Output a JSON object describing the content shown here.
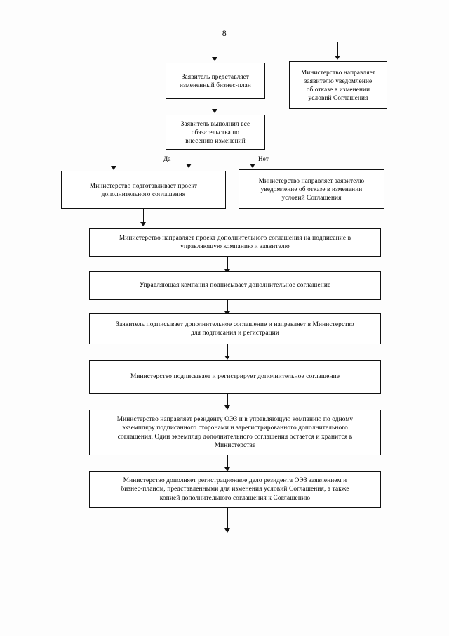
{
  "document": {
    "page_number": "8",
    "type": "flowchart",
    "language": "ru"
  },
  "nodes": [
    {
      "id": "applicant-submits-plan",
      "text": "Заявитель представляет\nизмененный бизнес-план"
    },
    {
      "id": "ministry-sends-refusal-top",
      "text": "Министерство направляет\nзаявителю уведомление\nоб отказе в изменении\nусловий Соглашения"
    },
    {
      "id": "applicant-fulfilled-obligations",
      "text": "Заявитель выполнил все\nобязательства по\nвнесению изменений"
    },
    {
      "id": "ministry-prepares-draft",
      "text": "Министерство подготавливает проект\nдополнительного соглашения"
    },
    {
      "id": "ministry-sends-refusal-right",
      "text": "Министерство направляет заявителю\nуведомление об отказе в изменении\nусловий Соглашения"
    },
    {
      "id": "ministry-sends-draft-for-signing",
      "text": "Министерство направляет проект дополнительного соглашения на подписание в\nуправляющую компанию и заявителю"
    },
    {
      "id": "management-company-signs",
      "text": "Управляющая компания подписывает дополнительное соглашение"
    },
    {
      "id": "applicant-signs-and-sends",
      "text": "Заявитель подписывает дополнительное соглашение и направляет в Министерство\nдля подписания и регистрации"
    },
    {
      "id": "ministry-signs-and-registers",
      "text": "Министерство подписывает и регистрирует дополнительное соглашение"
    },
    {
      "id": "ministry-sends-copies",
      "text": "Министерство направляет резиденту ОЭЗ и в управляющую компанию по одному\nэкземпляру подписанного сторонами и зарегистрированного дополнительного\nсоглашения. Один экземпляр дополнительного соглашения остается и хранится в\nМинистерстве"
    },
    {
      "id": "ministry-supplements-file",
      "text": "Министерство дополняет регистрационное дело резидента ОЭЗ заявлением и\nбизнес-планом, представленными для изменения условий Соглашения, а также\nкопией дополнительного соглашения к Соглашению"
    }
  ],
  "branch_labels": {
    "yes": "Да",
    "no": "Нет"
  },
  "colors": {
    "ink": "#111111",
    "paper": "#ffffff"
  }
}
